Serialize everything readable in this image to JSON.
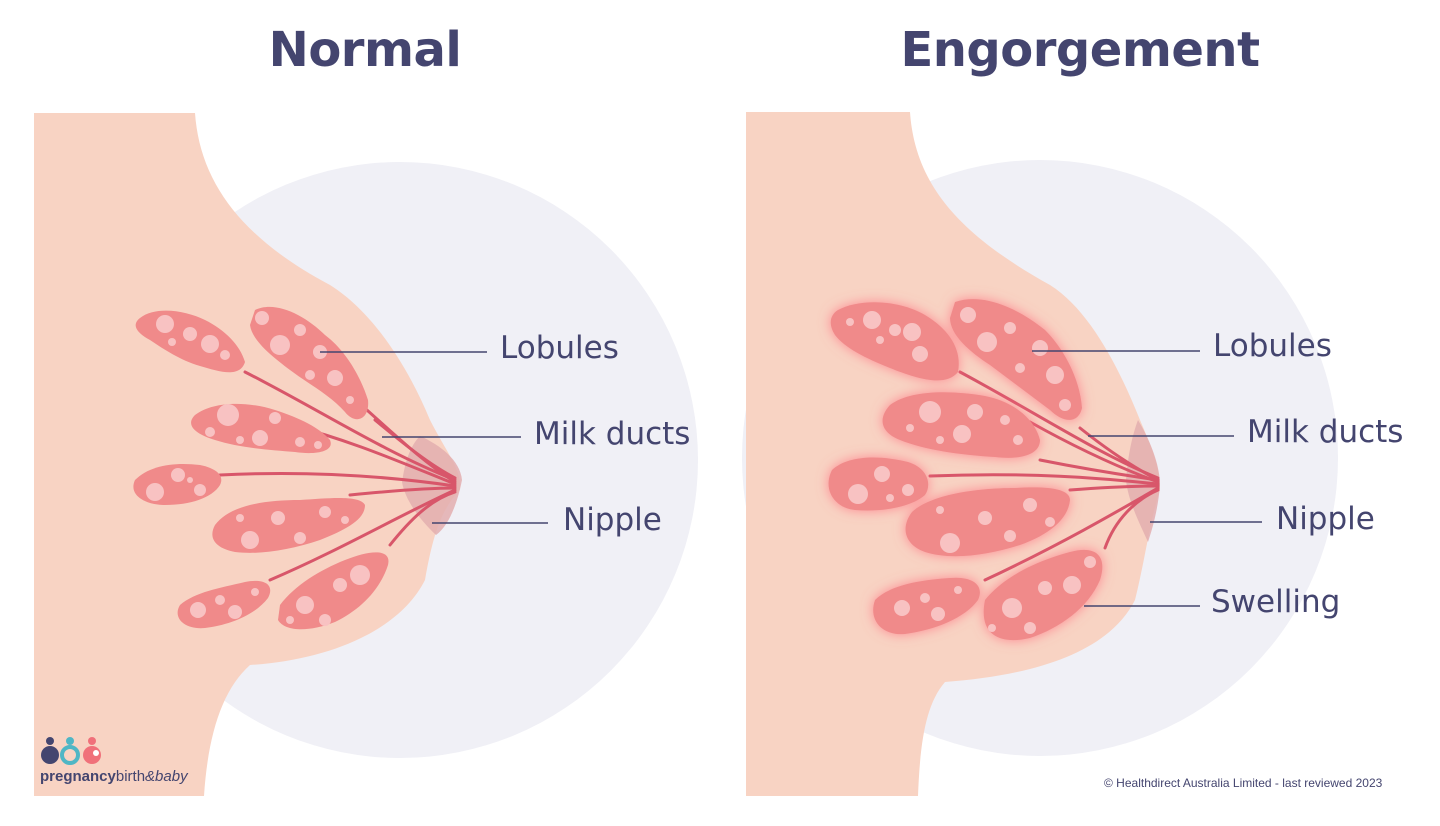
{
  "titles": {
    "left": "Normal",
    "right": "Engorgement"
  },
  "labels": {
    "left": {
      "lobules": "Lobules",
      "milk_ducts": "Milk ducts",
      "nipple": "Nipple"
    },
    "right": {
      "lobules": "Lobules",
      "milk_ducts": "Milk ducts",
      "nipple": "Nipple",
      "swelling": "Swelling"
    }
  },
  "logo": {
    "part1": "pregnancy",
    "part2": "birth",
    "part3": "&baby"
  },
  "footer": "© Healthdirect Australia Limited - last reviewed 2023",
  "colors": {
    "skin": "#f8d3c3",
    "breast_halo": "#f0f0f6",
    "lobule": "#f08a8a",
    "lobule_dot": "#f8c2c2",
    "duct": "#d8566a",
    "nipple": "#e3aeaf",
    "text": "#44456f",
    "swelling_glow": "#ff6f80"
  }
}
